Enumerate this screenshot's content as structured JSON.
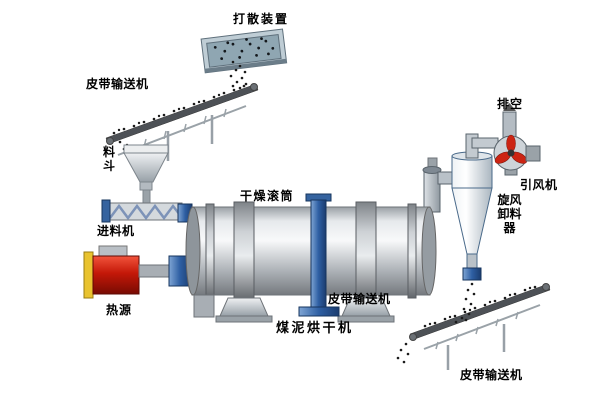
{
  "diagram": {
    "type": "process-flow",
    "labels": {
      "scatter_device": "打散装置",
      "belt_conveyor_top": "皮带输送机",
      "hopper": "料斗",
      "feeder": "进料机",
      "drying_drum": "干燥滚筒",
      "heat_source": "热源",
      "belt_conveyor_mid": "皮带输送机",
      "machine_title": "煤泥烘干机",
      "vent": "排空",
      "induced_fan": "引风机",
      "cyclone_discharger": "旋风卸料器",
      "belt_conveyor_right": "皮带输送机"
    },
    "colors": {
      "accent_blue": "#2e5fa3",
      "drum_gray": "#c0c4c8",
      "heat_source_red": "#c41808",
      "frame_yellow": "#e9c32f",
      "fan_blade_red": "#cc2413",
      "belt_dark": "#4d5156",
      "label_black": "#000000"
    }
  }
}
